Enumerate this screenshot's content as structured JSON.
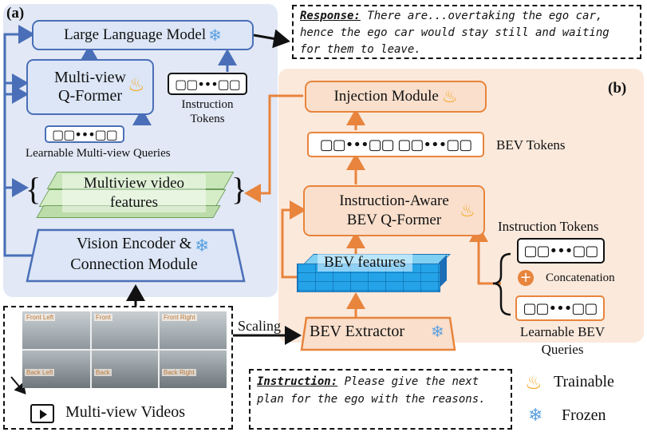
{
  "panel_a": {
    "label": "(a)"
  },
  "panel_b": {
    "label": "(b)"
  },
  "llm": {
    "label": "Large Language Model"
  },
  "qformer": {
    "line1": "Multi-view",
    "line2": "Q-Former"
  },
  "instruction_tokens_a": {
    "line1": "Instruction",
    "line2": "Tokens"
  },
  "learnable_queries": {
    "label": "Learnable Multi-view Queries"
  },
  "multiview_features": {
    "line1": "Multiview video",
    "line2": "features"
  },
  "vision_encoder": {
    "line1": "Vision Encoder &",
    "line2": "Connection Module"
  },
  "response": {
    "prefix": "Response:",
    "text": "There are...overtaking the ego car, hence the ego car would stay still and waiting for them to leave."
  },
  "injection": {
    "label": "Injection Module"
  },
  "bev_tokens": {
    "label": "BEV Tokens"
  },
  "bev_qformer": {
    "line1": "Instruction-Aware",
    "line2": "BEV  Q-Former"
  },
  "instruction_tokens_b": {
    "label": "Instruction Tokens"
  },
  "concatenation": {
    "label": "Concatenation"
  },
  "learnable_bev": {
    "line1": "Learnable  BEV",
    "line2": "Queries"
  },
  "bev_features": {
    "label": "BEV features"
  },
  "bev_extractor": {
    "label": "BEV Extractor"
  },
  "scaling": {
    "label": "Scaling"
  },
  "videos": {
    "label": "Multi-view Videos",
    "cams": [
      "Front Left",
      "Front",
      "Front Right",
      "Back Left",
      "Back",
      "Back Right"
    ]
  },
  "instruction": {
    "prefix": "Instruction:",
    "text": "Please give the next plan for the ego with the reasons."
  },
  "legend": {
    "trainable": "Trainable",
    "frozen": "Frozen"
  },
  "colors": {
    "blue": "#4a6fb8",
    "orange": "#e8843c",
    "fire": "#f5a623",
    "snow": "#5aa0e0"
  },
  "icons": {
    "trainable": "fire-icon",
    "frozen": "snowflake-icon",
    "video": "video-icon",
    "plus": "plus-circle-icon"
  }
}
